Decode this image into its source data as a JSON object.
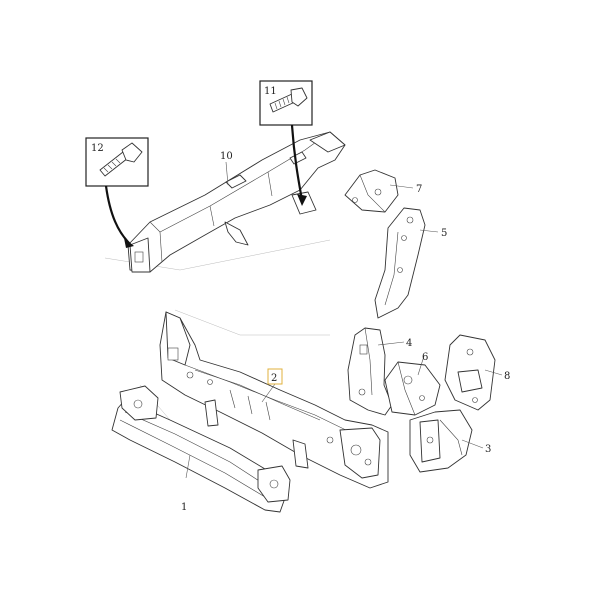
{
  "diagram": {
    "callouts": [
      {
        "id": "c1",
        "label": "1"
      },
      {
        "id": "c2",
        "label": "2",
        "highlighted": true
      },
      {
        "id": "c3",
        "label": "3"
      },
      {
        "id": "c4",
        "label": "4"
      },
      {
        "id": "c5",
        "label": "5"
      },
      {
        "id": "c6",
        "label": "6"
      },
      {
        "id": "c7",
        "label": "7"
      },
      {
        "id": "c8",
        "label": "8"
      },
      {
        "id": "c10",
        "label": "10"
      },
      {
        "id": "c11",
        "label": "11"
      },
      {
        "id": "c12",
        "label": "12"
      }
    ],
    "colors": {
      "line": "#333333",
      "highlight": "#e0b23c",
      "background": "#ffffff"
    }
  }
}
